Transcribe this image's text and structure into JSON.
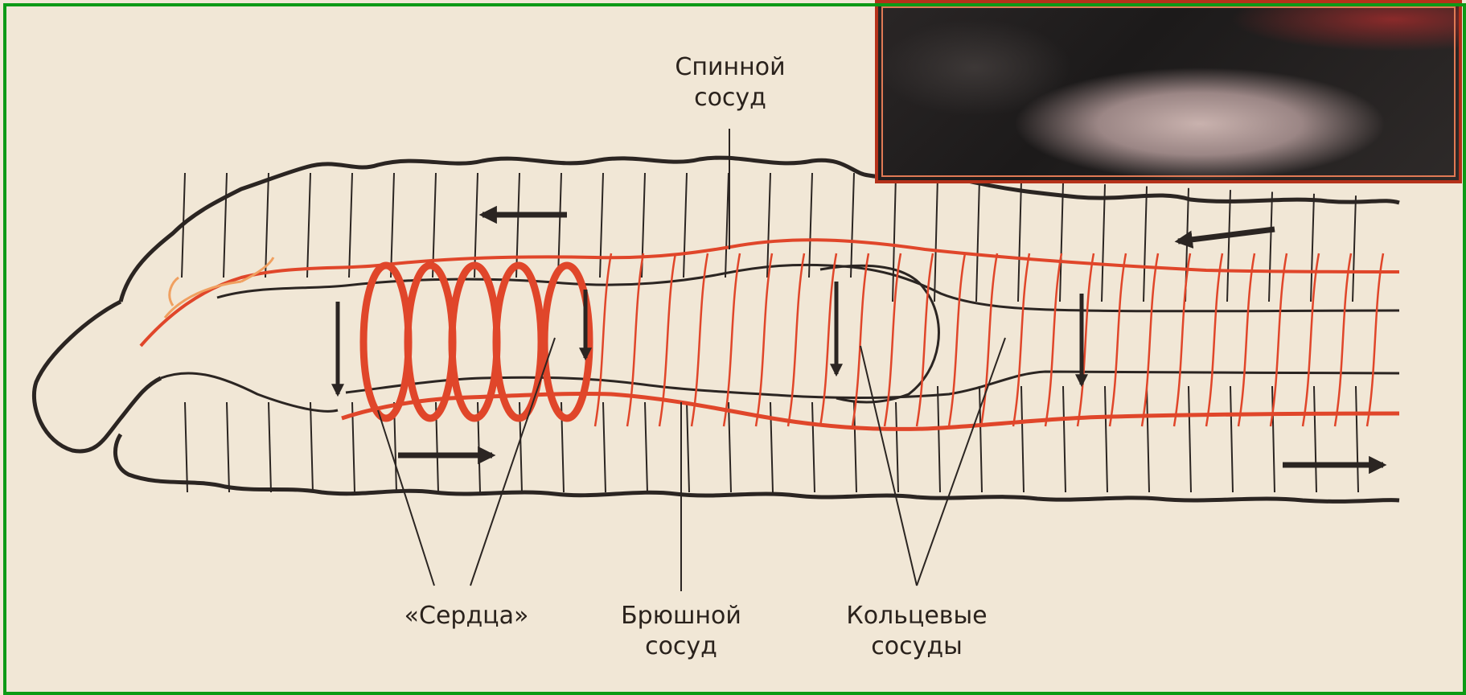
{
  "labels": {
    "dorsal": [
      "Спинной",
      "сосуд"
    ],
    "hearts": "«Сердца»",
    "ventral": [
      "Брюшной",
      "сосуд"
    ],
    "ring": [
      "Кольцевые",
      "сосуды"
    ]
  },
  "colors": {
    "frame": "#0d9a16",
    "vessel": "#e0462a",
    "vessel_light": "#f0a060",
    "outline": "#2b2522",
    "paper": "#f1e7d6",
    "photo_border": "#b5321a"
  },
  "arrows": {
    "left": "arrow-left-icon",
    "right": "arrow-right-icon",
    "down": "arrow-down-icon"
  }
}
